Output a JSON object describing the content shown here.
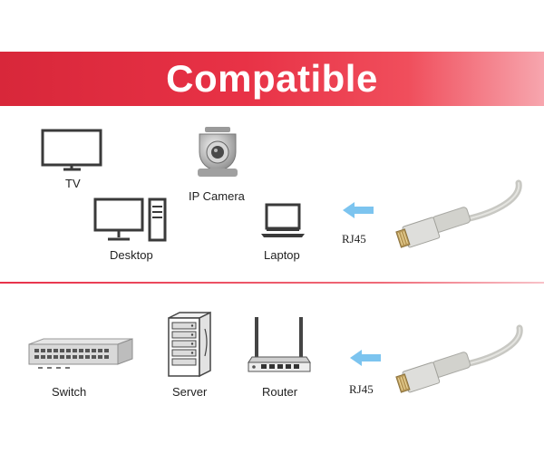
{
  "banner": {
    "title": "Compatible"
  },
  "section_top": {
    "devices": [
      {
        "label": "TV",
        "icon": "tv-icon"
      },
      {
        "label": "IP Camera",
        "icon": "ip-camera-icon"
      },
      {
        "label": "Desktop",
        "icon": "desktop-computer-icon"
      },
      {
        "label": "Laptop",
        "icon": "laptop-icon"
      }
    ],
    "connector_label": "RJ45"
  },
  "section_bottom": {
    "devices": [
      {
        "label": "Switch",
        "icon": "network-switch-icon"
      },
      {
        "label": "Server",
        "icon": "server-rack-icon"
      },
      {
        "label": "Router",
        "icon": "wifi-router-icon"
      }
    ],
    "connector_label": "RJ45"
  },
  "colors": {
    "banner_red": "#e83246",
    "arrow_blue": "#7cc4ef",
    "cable_gray": "#c8c8c3"
  }
}
